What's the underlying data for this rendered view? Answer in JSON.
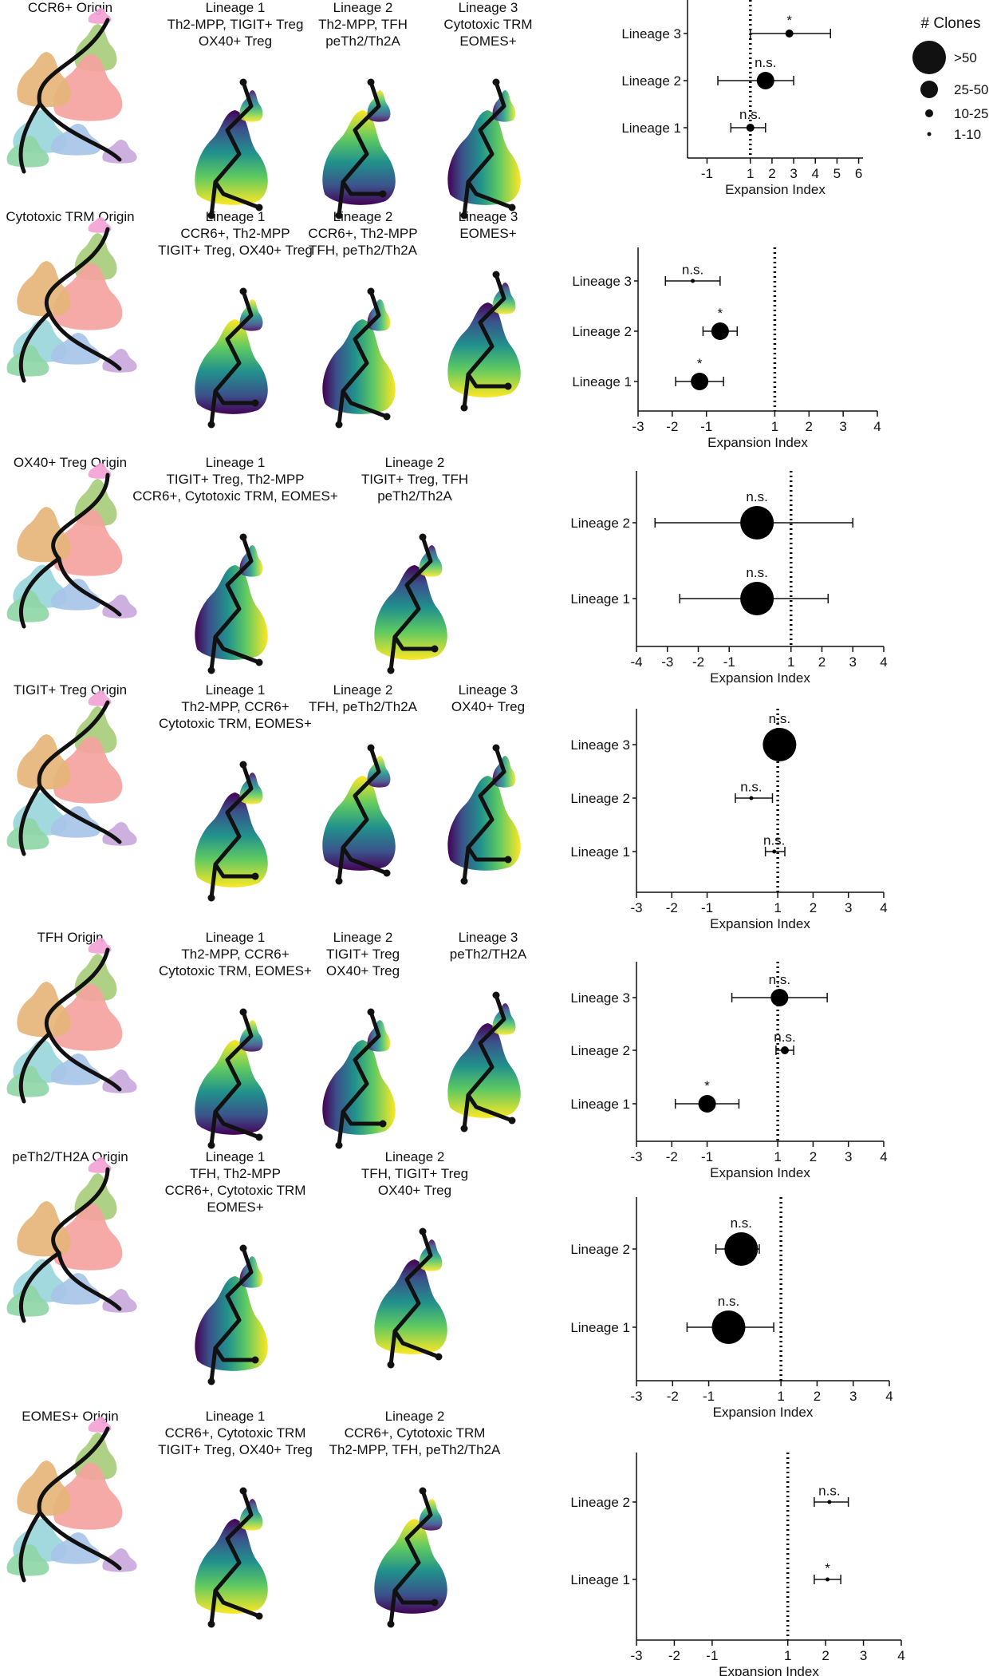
{
  "legend": {
    "title": "# Clones",
    "items": [
      {
        "label": ">50",
        "size": "large"
      },
      {
        "label": "25-50",
        "size": "medium"
      },
      {
        "label": "10-25",
        "size": "small"
      },
      {
        "label": "1-10",
        "size": "tiny"
      }
    ]
  },
  "colors": {
    "dot": "#000000",
    "ref_line": "#000000",
    "viridis": [
      "#440154",
      "#3b528b",
      "#21918c",
      "#5ec962",
      "#fde725"
    ],
    "clusters": [
      "#f4a3a0",
      "#a8cd7c",
      "#9ad6db",
      "#a8c4e8",
      "#8fd6a6",
      "#e6b57a",
      "#c9a8dd",
      "#f2a3d6"
    ]
  },
  "panels": [
    {
      "origin_title": "CCR6+ Origin",
      "lineages": [
        {
          "header": [
            "Lineage 1",
            "Th2-MPP, TIGIT+ Treg",
            "OX40+ Treg"
          ]
        },
        {
          "header": [
            "Lineage 2",
            "Th2-MPP, TFH",
            "peTh2/Th2A"
          ]
        },
        {
          "header": [
            "Lineage 3",
            "Cytotoxic TRM",
            "EOMES+"
          ]
        }
      ]
    },
    {
      "origin_title": "Cytotoxic TRM Origin",
      "lineages": [
        {
          "header": [
            "Lineage 1",
            "CCR6+, Th2-MPP",
            "TIGIT+ Treg, OX40+ Treg"
          ]
        },
        {
          "header": [
            "Lineage 2",
            "CCR6+, Th2-MPP",
            "TFH, peTh2/Th2A"
          ]
        },
        {
          "header": [
            "Lineage 3",
            "EOMES+"
          ]
        }
      ]
    },
    {
      "origin_title": "OX40+ Treg Origin",
      "lineages": [
        {
          "header": [
            "Lineage 1",
            "TIGIT+ Treg, Th2-MPP",
            "CCR6+, Cytotoxic TRM, EOMES+"
          ]
        },
        {
          "header": [
            "Lineage 2",
            "TIGIT+ Treg, TFH",
            "peTh2/Th2A"
          ]
        }
      ]
    },
    {
      "origin_title": "TIGIT+ Treg Origin",
      "lineages": [
        {
          "header": [
            "Lineage 1",
            "Th2-MPP, CCR6+",
            "Cytotoxic TRM, EOMES+"
          ]
        },
        {
          "header": [
            "Lineage 2",
            "TFH, peTh2/Th2A"
          ]
        },
        {
          "header": [
            "Lineage 3",
            "OX40+ Treg"
          ]
        }
      ]
    },
    {
      "origin_title": "TFH Origin",
      "lineages": [
        {
          "header": [
            "Lineage 1",
            "Th2-MPP, CCR6+",
            "Cytotoxic TRM, EOMES+"
          ]
        },
        {
          "header": [
            "Lineage 2",
            "TIGIT+ Treg",
            "OX40+ Treg"
          ]
        },
        {
          "header": [
            "Lineage 3",
            "peTh2/TH2A"
          ]
        }
      ]
    },
    {
      "origin_title": "peTh2/TH2A Origin",
      "lineages": [
        {
          "header": [
            "Lineage 1",
            "TFH, Th2-MPP",
            "CCR6+, Cytotoxic TRM",
            "EOMES+"
          ]
        },
        {
          "header": [
            "Lineage 2",
            "TFH, TIGIT+ Treg",
            "OX40+ Treg"
          ]
        }
      ]
    },
    {
      "origin_title": "EOMES+ Origin",
      "lineages": [
        {
          "header": [
            "Lineage 1",
            "CCR6+, Cytotoxic TRM",
            "TIGIT+ Treg, OX40+ Treg"
          ]
        },
        {
          "header": [
            "Lineage 2",
            "CCR6+, Cytotoxic TRM",
            "Th2-MPP, TFH, peTh2/Th2A"
          ]
        }
      ]
    }
  ],
  "chart_data": [
    {
      "type": "scatter",
      "xlabel": "Expansion Index",
      "ticks": [
        "-1",
        "1",
        "2",
        "3",
        "4",
        "5",
        "6"
      ],
      "tick_values": [
        -1,
        1,
        2,
        3,
        4,
        5,
        6
      ],
      "xlim": [
        -1.9,
        6.2
      ],
      "ref_x": 1,
      "series": [
        {
          "label": "Lineage 3",
          "x": 2.8,
          "lo": 1.0,
          "hi": 4.7,
          "size": "small",
          "sig": "*"
        },
        {
          "label": "Lineage 2",
          "x": 1.7,
          "lo": -0.5,
          "hi": 3.0,
          "size": "medium",
          "sig": "n.s."
        },
        {
          "label": "Lineage 1",
          "x": 1.0,
          "lo": 0.1,
          "hi": 1.7,
          "size": "small",
          "sig": "n.s."
        }
      ]
    },
    {
      "type": "scatter",
      "xlabel": "Expansion Index",
      "ticks": [
        "-3",
        "-2",
        "-1",
        "1",
        "2",
        "3",
        "4"
      ],
      "tick_values": [
        -3,
        -2,
        -1,
        1,
        2,
        3,
        4
      ],
      "xlim": [
        -3,
        4
      ],
      "ref_x": 1,
      "series": [
        {
          "label": "Lineage 3",
          "x": -1.4,
          "lo": -2.2,
          "hi": -0.6,
          "size": "tiny",
          "sig": "n.s."
        },
        {
          "label": "Lineage 2",
          "x": -0.6,
          "lo": -1.1,
          "hi": -0.1,
          "size": "medium",
          "sig": "*"
        },
        {
          "label": "Lineage 1",
          "x": -1.2,
          "lo": -1.9,
          "hi": -0.5,
          "size": "medium",
          "sig": "*"
        }
      ]
    },
    {
      "type": "scatter",
      "xlabel": "Expansion Index",
      "ticks": [
        "-4",
        "-3",
        "-2",
        "-1",
        "1",
        "2",
        "3",
        "4"
      ],
      "tick_values": [
        -4,
        -3,
        -2,
        -1,
        1,
        2,
        3,
        4
      ],
      "xlim": [
        -4,
        4
      ],
      "ref_x": 1,
      "series": [
        {
          "label": "Lineage 2",
          "x": -0.1,
          "lo": -3.4,
          "hi": 3.0,
          "size": "large",
          "sig": "n.s."
        },
        {
          "label": "Lineage 1",
          "x": -0.1,
          "lo": -2.6,
          "hi": 2.2,
          "size": "large",
          "sig": "n.s."
        }
      ]
    },
    {
      "type": "scatter",
      "xlabel": "Expansion Index",
      "ticks": [
        "-3",
        "-2",
        "-1",
        "1",
        "2",
        "3",
        "4"
      ],
      "tick_values": [
        -3,
        -2,
        -1,
        1,
        2,
        3,
        4
      ],
      "xlim": [
        -3,
        4
      ],
      "ref_x": 1,
      "series": [
        {
          "label": "Lineage 3",
          "x": 1.05,
          "lo": 1.05,
          "hi": 1.05,
          "size": "large",
          "sig": "n.s."
        },
        {
          "label": "Lineage 2",
          "x": 0.25,
          "lo": -0.2,
          "hi": 0.85,
          "size": "tiny",
          "sig": "n.s."
        },
        {
          "label": "Lineage 1",
          "x": 0.9,
          "lo": 0.65,
          "hi": 1.2,
          "size": "tiny",
          "sig": "n.s."
        }
      ]
    },
    {
      "type": "scatter",
      "xlabel": "Expansion Index",
      "ticks": [
        "-3",
        "-2",
        "-1",
        "1",
        "2",
        "3",
        "4"
      ],
      "tick_values": [
        -3,
        -2,
        -1,
        1,
        2,
        3,
        4
      ],
      "xlim": [
        -3,
        4
      ],
      "ref_x": 1,
      "series": [
        {
          "label": "Lineage 3",
          "x": 1.05,
          "lo": -0.3,
          "hi": 2.4,
          "size": "medium",
          "sig": "n.s."
        },
        {
          "label": "Lineage 2",
          "x": 1.2,
          "lo": 0.95,
          "hi": 1.45,
          "size": "small",
          "sig": "n.s."
        },
        {
          "label": "Lineage 1",
          "x": -1.0,
          "lo": -1.9,
          "hi": -0.1,
          "size": "medium",
          "sig": "*"
        }
      ]
    },
    {
      "type": "scatter",
      "xlabel": "Expansion Index",
      "ticks": [
        "-3",
        "-2",
        "-1",
        "1",
        "2",
        "3",
        "4"
      ],
      "tick_values": [
        -3,
        -2,
        -1,
        1,
        2,
        3,
        4
      ],
      "xlim": [
        -3,
        4
      ],
      "ref_x": 1,
      "series": [
        {
          "label": "Lineage 2",
          "x": -0.1,
          "lo": -0.8,
          "hi": 0.4,
          "size": "large",
          "sig": "n.s."
        },
        {
          "label": "Lineage 1",
          "x": -0.45,
          "lo": -1.6,
          "hi": 0.8,
          "size": "large",
          "sig": "n.s."
        }
      ]
    },
    {
      "type": "scatter",
      "xlabel": "Expansion Index",
      "ticks": [
        "-3",
        "-2",
        "-1",
        "1",
        "2",
        "3",
        "4"
      ],
      "tick_values": [
        -3,
        -2,
        -1,
        1,
        2,
        3,
        4
      ],
      "xlim": [
        -3,
        4
      ],
      "ref_x": 1,
      "series": [
        {
          "label": "Lineage 2",
          "x": 2.1,
          "lo": 1.7,
          "hi": 2.6,
          "size": "tiny",
          "sig": "n.s."
        },
        {
          "label": "Lineage 1",
          "x": 2.05,
          "lo": 1.7,
          "hi": 2.4,
          "size": "tiny",
          "sig": "*"
        }
      ]
    }
  ]
}
